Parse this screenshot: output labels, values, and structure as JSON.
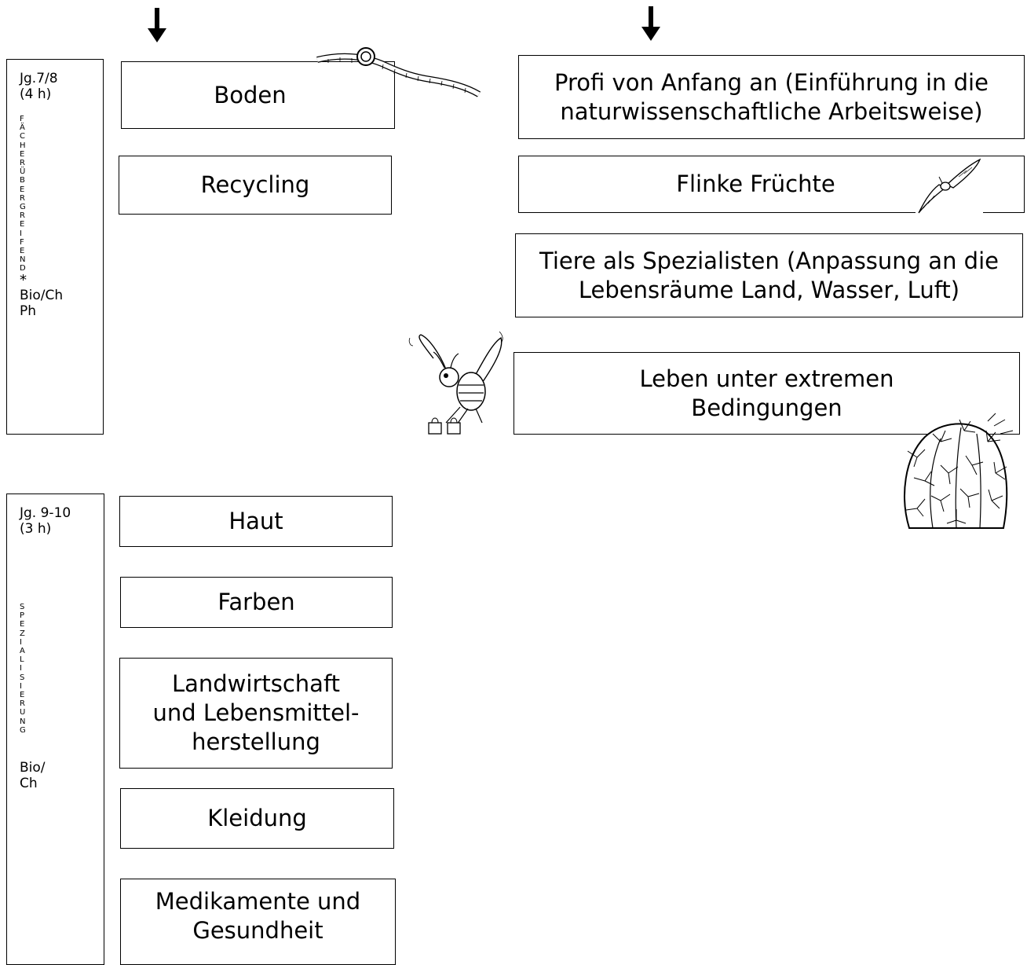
{
  "left_column": {
    "group1": {
      "title_line1": "Jg.7/8",
      "title_line2": "(4 h)",
      "vertical_word": "FÄCHERÜBERGREIFEND*",
      "subjects_line1": "Bio/Ch",
      "subjects_line2": "Ph"
    },
    "group2": {
      "title_line1": "Jg. 9-10",
      "title_line2": "(3 h)",
      "vertical_word": "SPEZIALISIERUNG",
      "subjects_line1": "Bio/",
      "subjects_line2": "Ch"
    }
  },
  "topics_left": {
    "boden": "Boden",
    "recycling": "Recycling",
    "haut": "Haut",
    "farben": "Farben",
    "landwirtschaft_line1": "Landwirtschaft",
    "landwirtschaft_line2": "und Lebensmittel-",
    "landwirtschaft_line3": "herstellung",
    "kleidung": "Kleidung",
    "medikamente_line1": "Medikamente und",
    "medikamente_line2": "Gesundheit"
  },
  "topics_right": {
    "profi_line1": "Profi von Anfang an (Einführung in die",
    "profi_line2": "naturwissenschaftliche Arbeitsweise)",
    "flinke": "Flinke Früchte",
    "tiere_line1": "Tiere als Spezialisten (Anpassung an die",
    "tiere_line2": "Lebensräume Land, Wasser, Luft)",
    "leben_line1": "Leben unter extremen",
    "leben_line2": "Bedingungen"
  },
  "icons": [
    "down-arrow-icon",
    "worm-icon",
    "maple-seed-icon",
    "bee-icon",
    "cactus-icon"
  ]
}
